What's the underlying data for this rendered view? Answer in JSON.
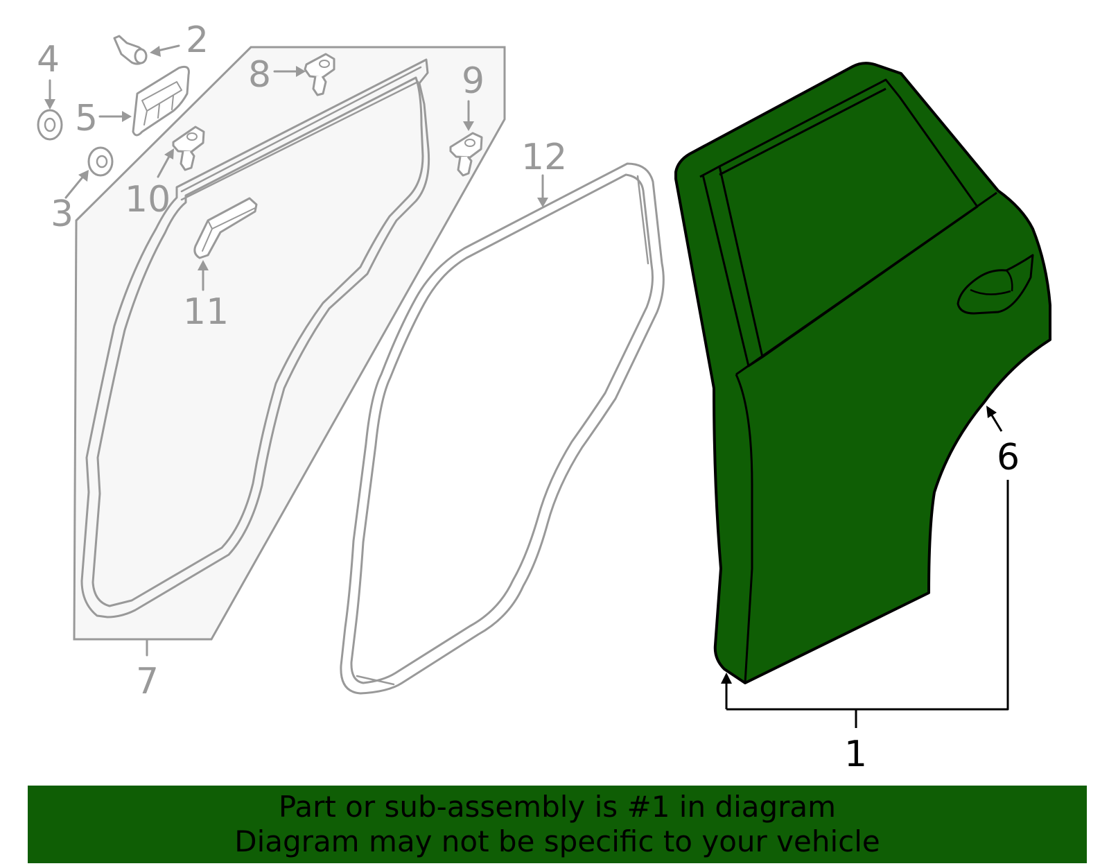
{
  "colors": {
    "highlight": "#0f5e05",
    "parts_gray": "#999999",
    "outline_black": "#000000",
    "panel_fill": "#f7f7f7"
  },
  "callouts": {
    "c1": "1",
    "c2": "2",
    "c3": "3",
    "c4": "4",
    "c5": "5",
    "c6": "6",
    "c7": "7",
    "c8": "8",
    "c9": "9",
    "c10": "10",
    "c11": "11",
    "c12": "12"
  },
  "banner": {
    "line1": "Part or sub-assembly is #1 in diagram",
    "line2": "Diagram may not be specific to your vehicle"
  }
}
